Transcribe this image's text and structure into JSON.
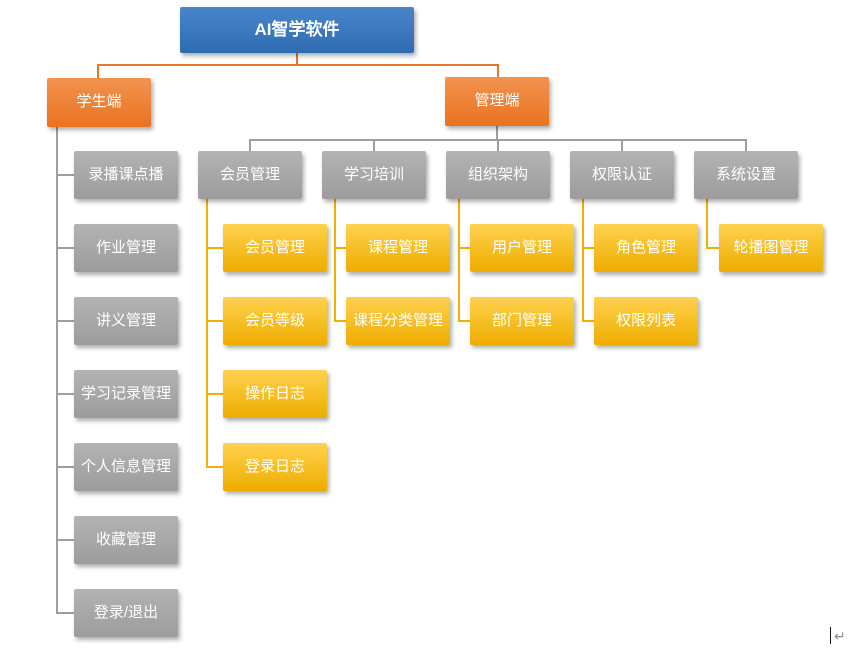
{
  "root": {
    "label": "AI智学软件"
  },
  "student": {
    "label": "学生端",
    "children": [
      "录播课点播",
      "作业管理",
      "讲义管理",
      "学习记录管理",
      "个人信息管理",
      "收藏管理",
      "登录/退出"
    ]
  },
  "admin": {
    "label": "管理端",
    "groups": [
      {
        "label": "会员管理",
        "children": [
          "会员管理",
          "会员等级",
          "操作日志",
          "登录日志"
        ]
      },
      {
        "label": "学习培训",
        "children": [
          "课程管理",
          "课程分类管理"
        ]
      },
      {
        "label": "组织架构",
        "children": [
          "用户管理",
          "部门管理"
        ]
      },
      {
        "label": "权限认证",
        "children": [
          "角色管理",
          "权限列表"
        ]
      },
      {
        "label": "系统设置",
        "children": [
          "轮播图管理"
        ]
      }
    ]
  },
  "colors": {
    "root_blue": "#3473BC",
    "branch_orange": "#ED7D31",
    "module_gray": "#A6A6A6",
    "feature_yellow": "#F2B100",
    "connector_orange": "#E8762C",
    "connector_gray": "#9E9E9E",
    "connector_yellow": "#F0B000"
  },
  "editor": {
    "paragraph_mark": "↵"
  }
}
